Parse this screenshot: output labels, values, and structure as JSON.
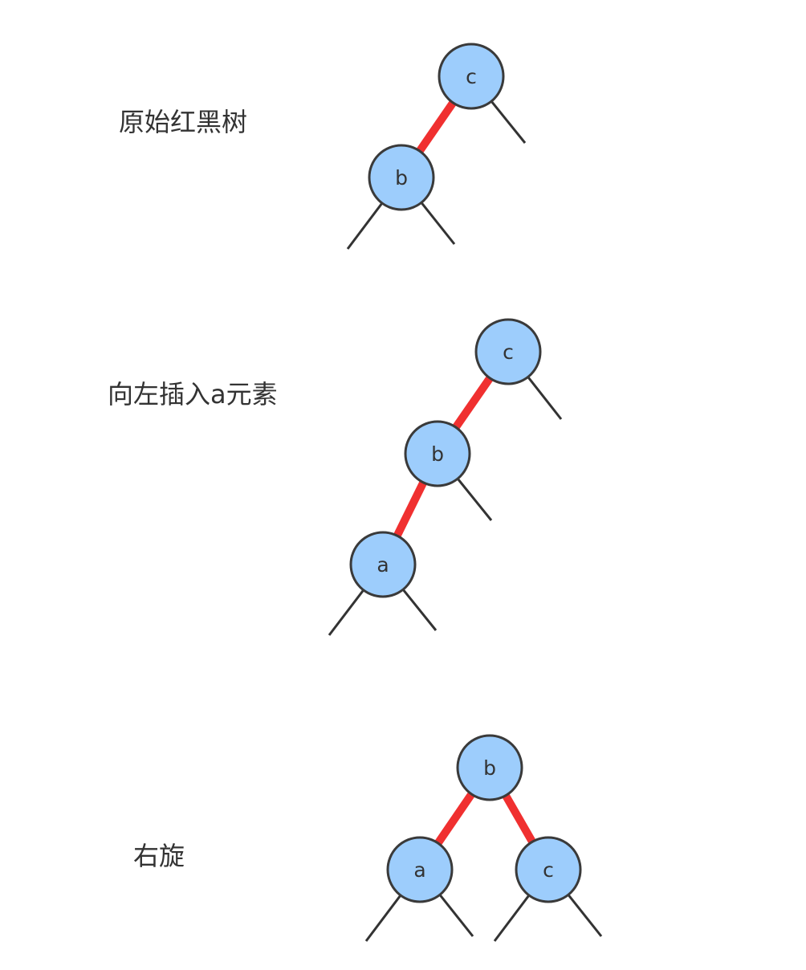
{
  "stages": [
    {
      "caption": "原始红黑树",
      "nodes": [
        {
          "id": "c",
          "label": "c"
        },
        {
          "id": "b",
          "label": "b"
        }
      ],
      "edges": [
        {
          "from": "c",
          "to": "b",
          "color": "red"
        },
        {
          "from": "c",
          "to": "null",
          "color": "black"
        },
        {
          "from": "b",
          "to": "null",
          "color": "black"
        },
        {
          "from": "b",
          "to": "null",
          "color": "black"
        }
      ]
    },
    {
      "caption": "向左插入a元素",
      "nodes": [
        {
          "id": "c",
          "label": "c"
        },
        {
          "id": "b",
          "label": "b"
        },
        {
          "id": "a",
          "label": "a"
        }
      ],
      "edges": [
        {
          "from": "c",
          "to": "b",
          "color": "red"
        },
        {
          "from": "b",
          "to": "a",
          "color": "red"
        },
        {
          "from": "c",
          "to": "null",
          "color": "black"
        },
        {
          "from": "b",
          "to": "null",
          "color": "black"
        },
        {
          "from": "a",
          "to": "null",
          "color": "black"
        },
        {
          "from": "a",
          "to": "null",
          "color": "black"
        }
      ]
    },
    {
      "caption": "右旋",
      "nodes": [
        {
          "id": "b",
          "label": "b"
        },
        {
          "id": "a",
          "label": "a"
        },
        {
          "id": "c",
          "label": "c"
        }
      ],
      "edges": [
        {
          "from": "b",
          "to": "a",
          "color": "red"
        },
        {
          "from": "b",
          "to": "c",
          "color": "red"
        },
        {
          "from": "a",
          "to": "null",
          "color": "black"
        },
        {
          "from": "a",
          "to": "null",
          "color": "black"
        },
        {
          "from": "c",
          "to": "null",
          "color": "black"
        },
        {
          "from": "c",
          "to": "null",
          "color": "black"
        }
      ]
    }
  ],
  "colors": {
    "node_fill": "#9dcdfc",
    "node_stroke": "#3a3a3a",
    "red_link": "#f03030",
    "black_link": "#333333",
    "text": "#333333"
  }
}
